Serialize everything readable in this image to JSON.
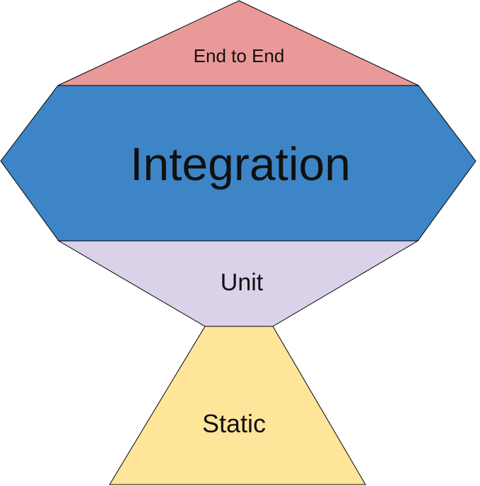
{
  "diagram": {
    "background": "#ffffff",
    "outline_color": "#000000",
    "text_color": "#111111",
    "sections": [
      {
        "id": "end-to-end",
        "label": "End to End",
        "color": "#ea9999"
      },
      {
        "id": "integration",
        "label": "Integration",
        "color": "#3d85c6"
      },
      {
        "id": "unit",
        "label": "Unit",
        "color": "#d9d2e9"
      },
      {
        "id": "static",
        "label": "Static",
        "color": "#ffe599"
      }
    ]
  }
}
